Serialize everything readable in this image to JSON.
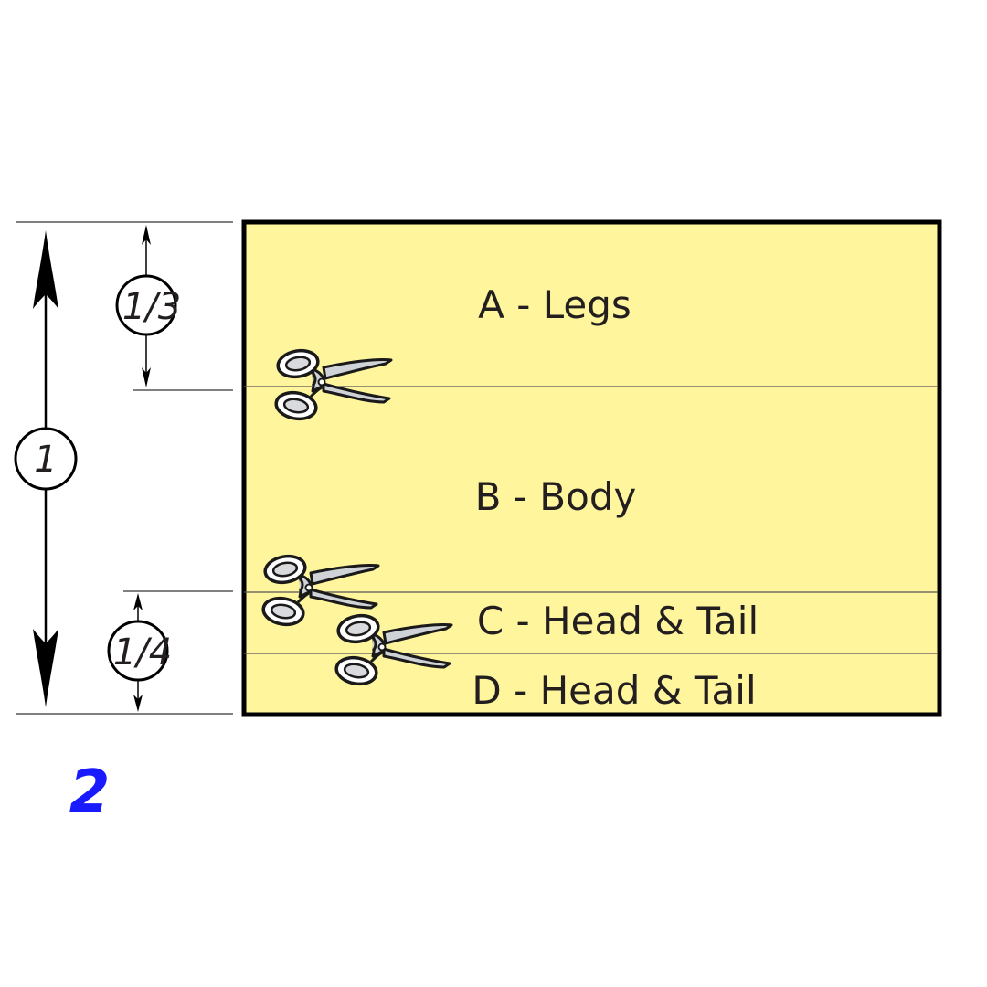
{
  "sections": [
    {
      "label": "A - Legs"
    },
    {
      "label": "B - Body"
    },
    {
      "label": "C - Head & Tail"
    },
    {
      "label": "D - Head & Tail"
    }
  ],
  "dimensions": {
    "overall": "1",
    "top": "1/3",
    "bottom": "1/4"
  },
  "step_number": "2",
  "colors": {
    "paper_fill": "#fff59d",
    "outline": "#000000",
    "cut_line": "#555555",
    "step_number": "#1a1aff",
    "text": "#231f20"
  },
  "icons": [
    "scissors-icon",
    "scissors-icon",
    "scissors-icon",
    "arrow-icon"
  ]
}
